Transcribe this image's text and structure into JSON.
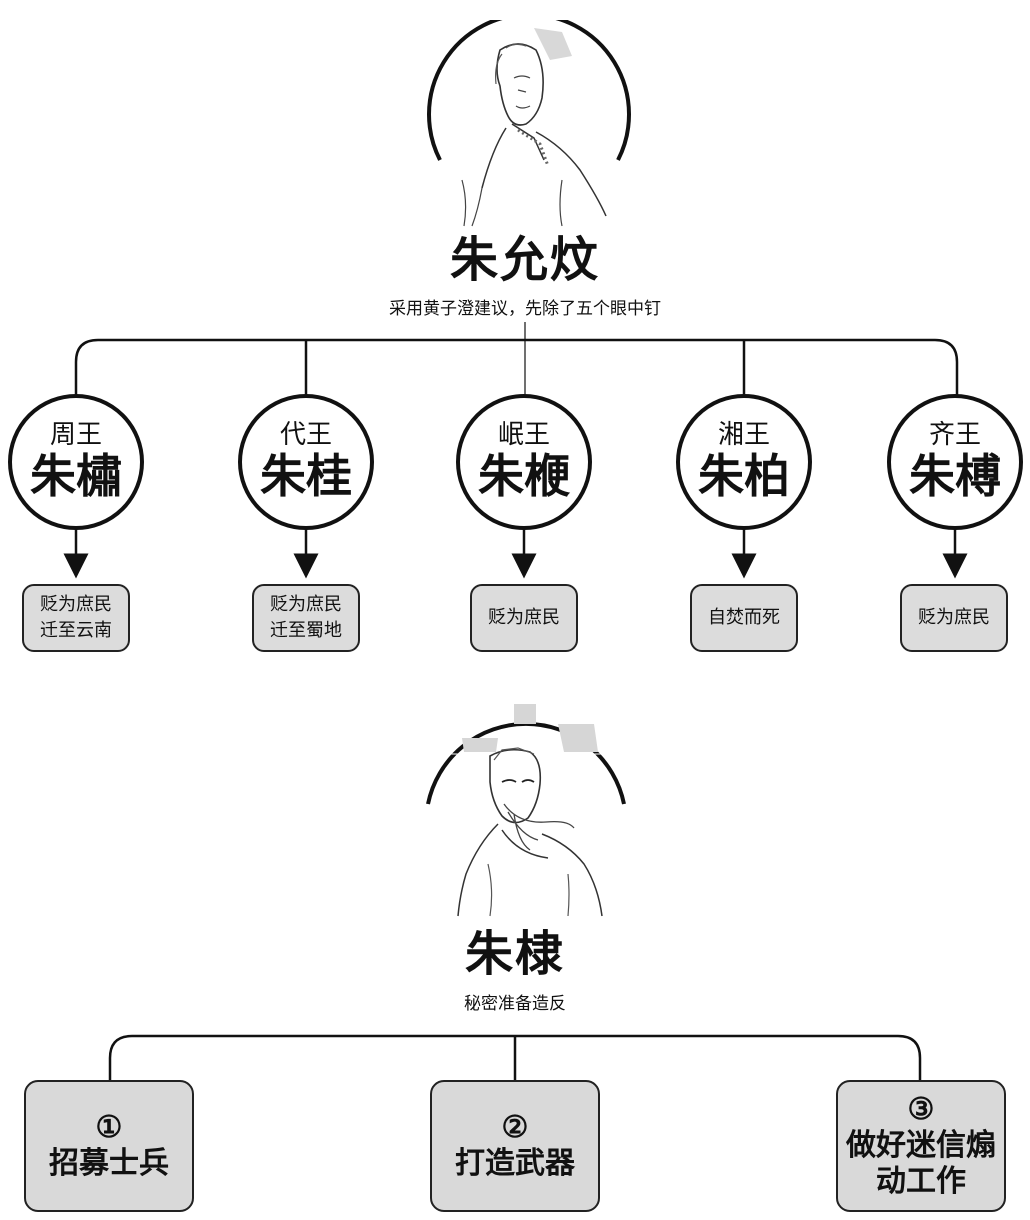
{
  "top": {
    "ruler": "朱允炆",
    "subtitle": "采用黄子澄建议，先除了五个眼中钉",
    "princes": [
      {
        "title": "周王",
        "name": "朱橚",
        "fate": [
          "贬为庶民",
          "迁至云南"
        ]
      },
      {
        "title": "代王",
        "name": "朱桂",
        "fate": [
          "贬为庶民",
          "迁至蜀地"
        ]
      },
      {
        "title": "岷王",
        "name": "朱楩",
        "fate": [
          "贬为庶民"
        ]
      },
      {
        "title": "湘王",
        "name": "朱柏",
        "fate": [
          "自焚而死"
        ]
      },
      {
        "title": "齐王",
        "name": "朱榑",
        "fate": [
          "贬为庶民"
        ]
      }
    ]
  },
  "bottom": {
    "ruler": "朱棣",
    "subtitle": "秘密准备造反",
    "plans": [
      {
        "num": "①",
        "text": [
          "招募士兵"
        ]
      },
      {
        "num": "②",
        "text": [
          "打造武器"
        ]
      },
      {
        "num": "③",
        "text": [
          "做好迷信煽",
          "动工作"
        ]
      }
    ]
  },
  "colors": {
    "fate_box": "#dcdcdc",
    "plan_box": "#d9d9d9",
    "line": "#111111"
  }
}
